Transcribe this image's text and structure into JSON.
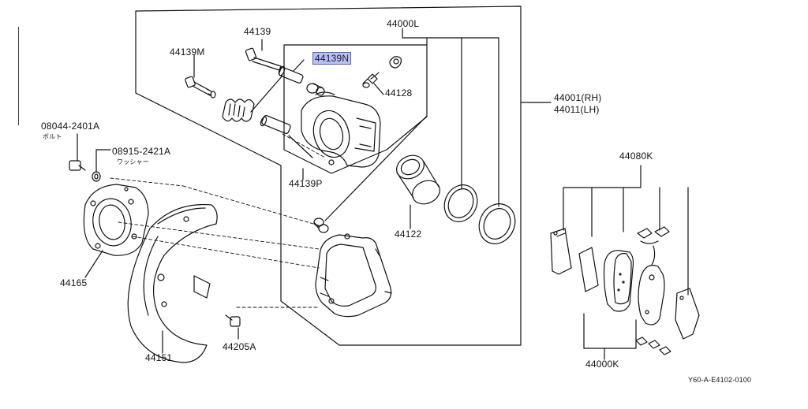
{
  "part_labels": {
    "p44139": "44139",
    "p44000L": "44000L",
    "p44139M": "44139M",
    "p44139N": "44139N",
    "p44128": "44128",
    "p44001": "44001(RH)",
    "p44011": "44011(LH)",
    "p08044": "08044-2401A",
    "p08044_sub": "ボルト",
    "p08915": "08915-2421A",
    "p08915_sub": "ワッシャー",
    "p44080K": "44080K",
    "p44139P": "44139P",
    "p44122": "44122",
    "p44165": "44165",
    "p44151": "44151",
    "p44205A": "44205A",
    "p44000K": "44000K"
  },
  "highlight_color": "#b8c0ef",
  "diagram_ref": "Y60-A-E4102-0100"
}
